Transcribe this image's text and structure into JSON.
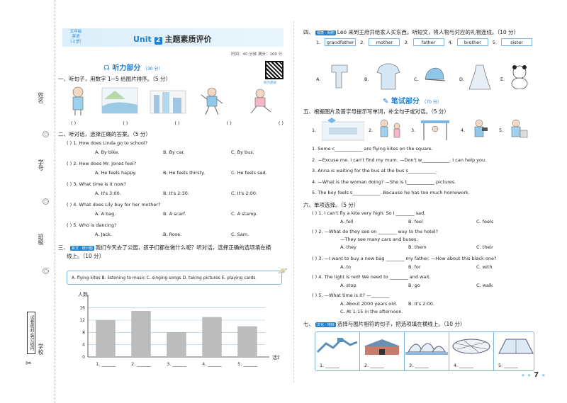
{
  "sidebar": {
    "name_label": "姓名",
    "number_label": "学号",
    "class_label": "班级",
    "school_label": "学校",
    "stamp": "试卷密封·装订线内"
  },
  "header": {
    "grade": "五年级",
    "subject": "英语",
    "term": "（上册）",
    "unit_word": "Unit",
    "unit_num": "2",
    "title_cn": "主题素质评价",
    "time_info": "时间：40 分钟   满分：100 分",
    "qr_caption": "听力测试"
  },
  "listening": {
    "heading": "听力部分",
    "points": "（30 分）",
    "q1": {
      "title": "一、听句子，用数字 1~5 给图片排序。（5 分）",
      "brackets": [
        "(      )",
        "(      )",
        "(      )",
        "(      )",
        "(      )"
      ]
    },
    "q2": {
      "title": "二、听对话，选择正确的答案。（5 分）",
      "items": [
        {
          "q": "(      ) 1. How does Linda go to school?",
          "a": "A. By bike.",
          "b": "B. By car.",
          "c": "C. By bus."
        },
        {
          "q": "(      ) 2. How does Mr. Jones feel?",
          "a": "A. He feels happy.",
          "b": "B. He feels thirsty.",
          "c": "C. He feels sad."
        },
        {
          "q": "(      ) 3. What time is it now?",
          "a": "A. It's 3:00.",
          "b": "B. It's 2:30.",
          "c": "C. It's 2:00."
        },
        {
          "q": "(      ) 4. What does Lily buy for her mother?",
          "a": "A. A bag.",
          "b": "B. A scarf.",
          "c": "C. A stamp."
        },
        {
          "q": "(      ) 5. Who is dancing?",
          "a": "A. Jack.",
          "b": "B. Rose.",
          "c": "C. Sam."
        }
      ]
    },
    "q3": {
      "num": "三、",
      "badge": "新式 · 统计图",
      "title_l1": "我们今天去了公园，孩子们都在做什么呢？听对话，选择正确的选项填在横",
      "title_l2": "线上。（10 分）",
      "options": "A. flying kites   B. listening to music   C. singing songs   D. taking pictures   E. playing cards"
    }
  },
  "chart_data": {
    "type": "bar",
    "title": "",
    "ylabel": "人数",
    "xlabel": "活动",
    "ylim": [
      0,
      18
    ],
    "yticks": [
      "0",
      "4",
      "8",
      "12",
      "16"
    ],
    "categories": [
      "1. ______",
      "2. ______",
      "3. ______",
      "4. ______",
      "5. ______"
    ],
    "values": [
      12,
      15,
      8,
      13,
      10
    ],
    "grid": true
  },
  "right": {
    "q4": {
      "num": "四、",
      "badge": "情境 · 网购",
      "title": "Leo 来到王府井给家人买东西。听短文，将人物与对应的礼物连线。（10 分）",
      "people": [
        "grandfather",
        "mother",
        "father",
        "brother",
        "sister"
      ],
      "nums": [
        "1.",
        "2.",
        "3.",
        "4.",
        "5."
      ],
      "letters": [
        "A.",
        "B.",
        "C.",
        "D.",
        "E."
      ]
    },
    "writing": {
      "heading": "笔试部分",
      "points": "（70 分）"
    },
    "q5": {
      "title": "五、根据图片及首字母提示写单词，补全句子或对话。（5 分）",
      "pic_nums": [
        "1.",
        "2.",
        "3.",
        "4.",
        "5."
      ],
      "lines": [
        "1. Some c____________ are flying kites on the square.",
        "2. —Excuse me. I can't find my mum.   —Don't w____________. I can help you.",
        "3. Anna is waiting for the bus at the bus s____________.",
        "4. —What is the woman doing?   —She is t____________ pictures.",
        "5. The boy feels s____________. Because he has too much homework."
      ]
    },
    "q6": {
      "title": "六、单项选择。（5 分）",
      "items": [
        {
          "q": "(      ) 1. I can't fly a kite very high. So I ________ sad.",
          "a": "A. fell",
          "b": "B. feel",
          "c": "C. feels",
          "extra": ""
        },
        {
          "q": "(      ) 2. —What do they see on ________ way to the hotel?",
          "a": "A. they",
          "b": "B. them",
          "c": "C. their",
          "extra": "—They see many cars and buses."
        },
        {
          "q": "(      ) 3. —I want to buy a new bag ________ my father.   —How about this black one?",
          "a": "A. to",
          "b": "B. for",
          "c": "C. with",
          "extra": ""
        },
        {
          "q": "(      ) 4. The light is red! We need to ________ and wait.",
          "a": "A. stop",
          "b": "B. go",
          "c": "C. walk",
          "extra": ""
        },
        {
          "q": "(      ) 5. —What time is it?   —________",
          "a": "A. About 2000 years old.",
          "b": "B. It's 2:00.",
          "c": "C. At 1:15 in the afternoon.",
          "extra": ""
        }
      ]
    },
    "q7": {
      "num": "七、",
      "badge": "文化 · 地标",
      "title": "选择与图片相符的句子，把选项填在横线上。（10 分）",
      "blanks": [
        "1. ______",
        "2. ______",
        "3. ______",
        "4. ______",
        "5. ______"
      ]
    },
    "page_number": "7",
    "stars": "★ ★"
  }
}
